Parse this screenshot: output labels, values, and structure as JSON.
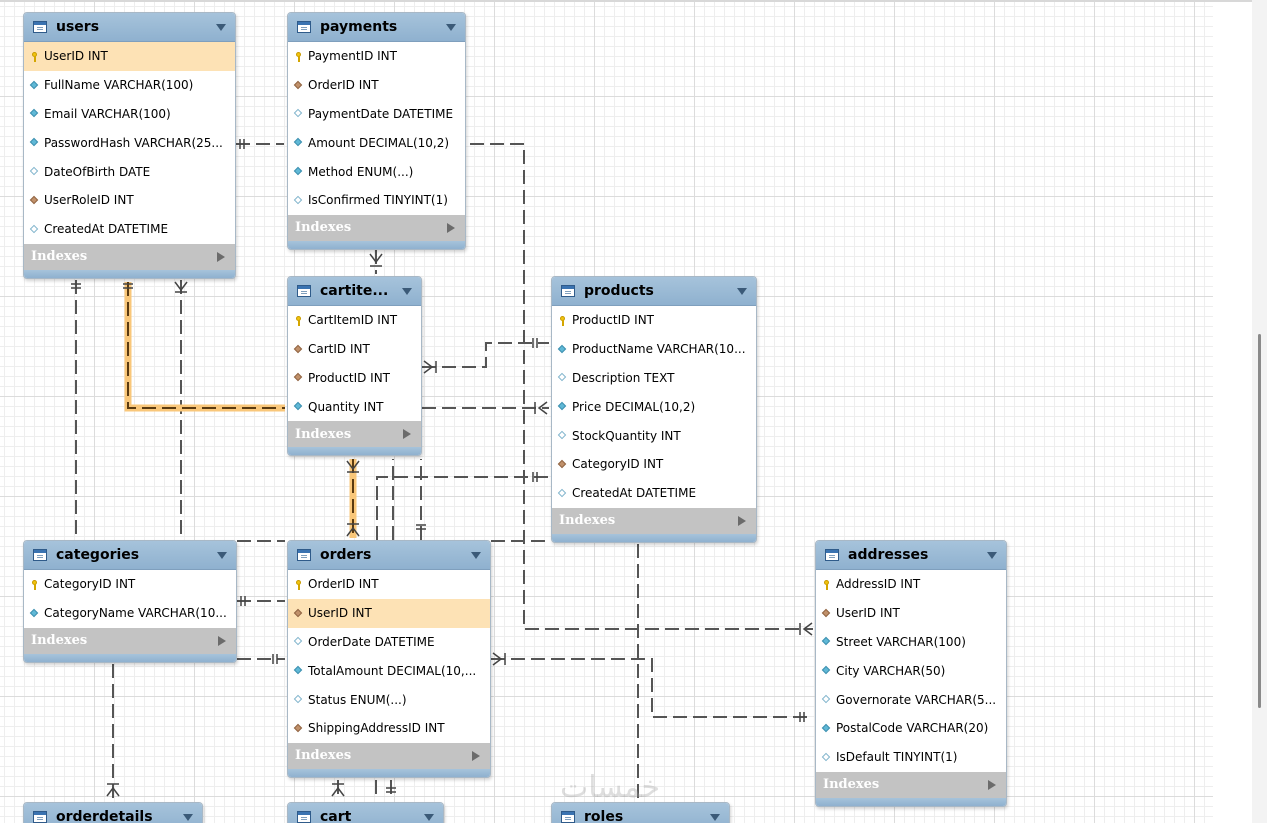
{
  "tables": [
    {
      "name": "users",
      "fields": [
        {
          "text": "UserID INT",
          "icon": "key",
          "hl": true
        },
        {
          "text": "FullName VARCHAR(100)",
          "icon": "nn"
        },
        {
          "text": "Email VARCHAR(100)",
          "icon": "nn"
        },
        {
          "text": "PasswordHash VARCHAR(25...",
          "icon": "nn"
        },
        {
          "text": "DateOfBirth DATE",
          "icon": "col"
        },
        {
          "text": "UserRoleID INT",
          "icon": "fk"
        },
        {
          "text": "CreatedAt DATETIME",
          "icon": "col"
        }
      ],
      "indexes_label": "Indexes"
    },
    {
      "name": "payments",
      "fields": [
        {
          "text": "PaymentID INT",
          "icon": "key"
        },
        {
          "text": "OrderID INT",
          "icon": "fk"
        },
        {
          "text": "PaymentDate DATETIME",
          "icon": "col"
        },
        {
          "text": "Amount DECIMAL(10,2)",
          "icon": "nn"
        },
        {
          "text": "Method ENUM(...)",
          "icon": "nn"
        },
        {
          "text": "IsConfirmed TINYINT(1)",
          "icon": "col"
        }
      ],
      "indexes_label": "Indexes"
    },
    {
      "name": "cartite...",
      "fields": [
        {
          "text": "CartItemID INT",
          "icon": "key"
        },
        {
          "text": "CartID INT",
          "icon": "fk"
        },
        {
          "text": "ProductID INT",
          "icon": "fk"
        },
        {
          "text": "Quantity INT",
          "icon": "nn"
        }
      ],
      "indexes_label": "Indexes"
    },
    {
      "name": "products",
      "fields": [
        {
          "text": "ProductID INT",
          "icon": "key"
        },
        {
          "text": "ProductName VARCHAR(10...",
          "icon": "nn"
        },
        {
          "text": "Description TEXT",
          "icon": "col"
        },
        {
          "text": "Price DECIMAL(10,2)",
          "icon": "nn"
        },
        {
          "text": "StockQuantity INT",
          "icon": "col"
        },
        {
          "text": "CategoryID INT",
          "icon": "fk"
        },
        {
          "text": "CreatedAt DATETIME",
          "icon": "col"
        }
      ],
      "indexes_label": "Indexes"
    },
    {
      "name": "categories",
      "fields": [
        {
          "text": "CategoryID INT",
          "icon": "key"
        },
        {
          "text": "CategoryName VARCHAR(10...",
          "icon": "nn"
        }
      ],
      "indexes_label": "Indexes"
    },
    {
      "name": "orders",
      "fields": [
        {
          "text": "OrderID INT",
          "icon": "key"
        },
        {
          "text": "UserID INT",
          "icon": "fk",
          "hl": true
        },
        {
          "text": "OrderDate DATETIME",
          "icon": "col"
        },
        {
          "text": "TotalAmount DECIMAL(10,...",
          "icon": "nn"
        },
        {
          "text": "Status ENUM(...)",
          "icon": "col"
        },
        {
          "text": "ShippingAddressID INT",
          "icon": "fk"
        }
      ],
      "indexes_label": "Indexes"
    },
    {
      "name": "addresses",
      "fields": [
        {
          "text": "AddressID INT",
          "icon": "key"
        },
        {
          "text": "UserID INT",
          "icon": "fk"
        },
        {
          "text": "Street VARCHAR(100)",
          "icon": "nn"
        },
        {
          "text": "City VARCHAR(50)",
          "icon": "nn"
        },
        {
          "text": "Governorate VARCHAR(5...",
          "icon": "col"
        },
        {
          "text": "PostalCode VARCHAR(20)",
          "icon": "nn"
        },
        {
          "text": "IsDefault TINYINT(1)",
          "icon": "col"
        }
      ],
      "indexes_label": "Indexes"
    },
    {
      "name": "orderdetails",
      "fields": []
    },
    {
      "name": "cart",
      "fields": []
    },
    {
      "name": "roles",
      "fields": []
    }
  ],
  "colors": {
    "header": "#8fb1cf",
    "highlight_row": "#fde2b5",
    "selected_relationship": "#f6b24a",
    "connector": "#555555"
  },
  "watermark": "خمسات"
}
